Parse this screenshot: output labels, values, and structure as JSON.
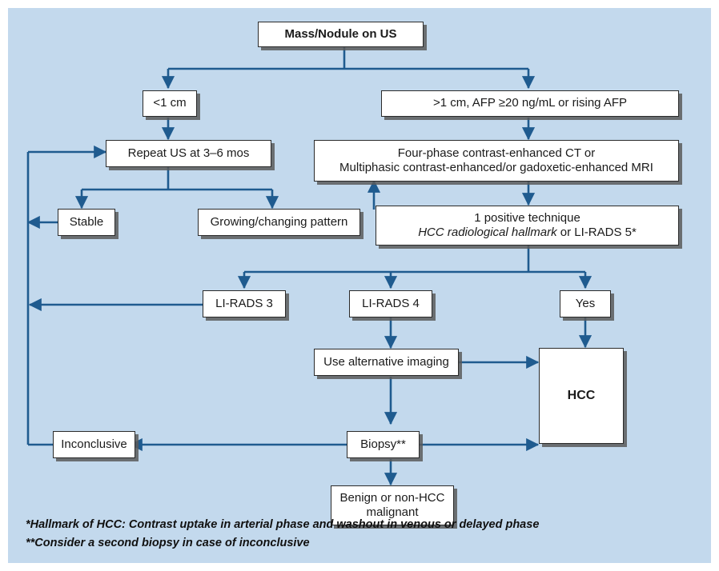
{
  "figure": {
    "title": "Mass/Nodule on US diagnostic algorithm",
    "panel_background": "#c3d9ed",
    "connector_color": "#1f5b8f",
    "node_fill": "#ffffff",
    "node_border": "#2a2a2a"
  },
  "nodes": {
    "root": {
      "label": "Mass/Nodule on US"
    },
    "small": {
      "label": "<1 cm"
    },
    "large": {
      "label": ">1 cm, AFP ≥20 ng/mL or rising AFP"
    },
    "repeat_us": {
      "label": "Repeat US at 3–6 mos"
    },
    "imaging": {
      "line1": "Four-phase contrast-enhanced CT or",
      "line2": "Multiphasic contrast-enhanced/or gadoxetic-enhanced MRI"
    },
    "stable": {
      "label": "Stable"
    },
    "growing": {
      "label": "Growing/changing pattern"
    },
    "positive": {
      "line1": "1 positive technique",
      "line2_italic": "HCC radiological hallmark",
      "line2_rest": " or LI-RADS 5*"
    },
    "lirads3": {
      "label": "LI-RADS 3"
    },
    "lirads4": {
      "label": "LI-RADS 4"
    },
    "yes": {
      "label": "Yes"
    },
    "alt_imaging": {
      "label": "Use alternative imaging"
    },
    "hcc": {
      "label": "HCC"
    },
    "inconclusive": {
      "label": "Inconclusive"
    },
    "biopsy": {
      "label": "Biopsy**"
    },
    "benign": {
      "line1": "Benign or non-HCC",
      "line2": "malignant"
    }
  },
  "footnotes": {
    "first": "*Hallmark of HCC: Contrast uptake in arterial phase and washout in venous or delayed phase",
    "second": "**Consider a second biopsy in case of inconclusive"
  }
}
